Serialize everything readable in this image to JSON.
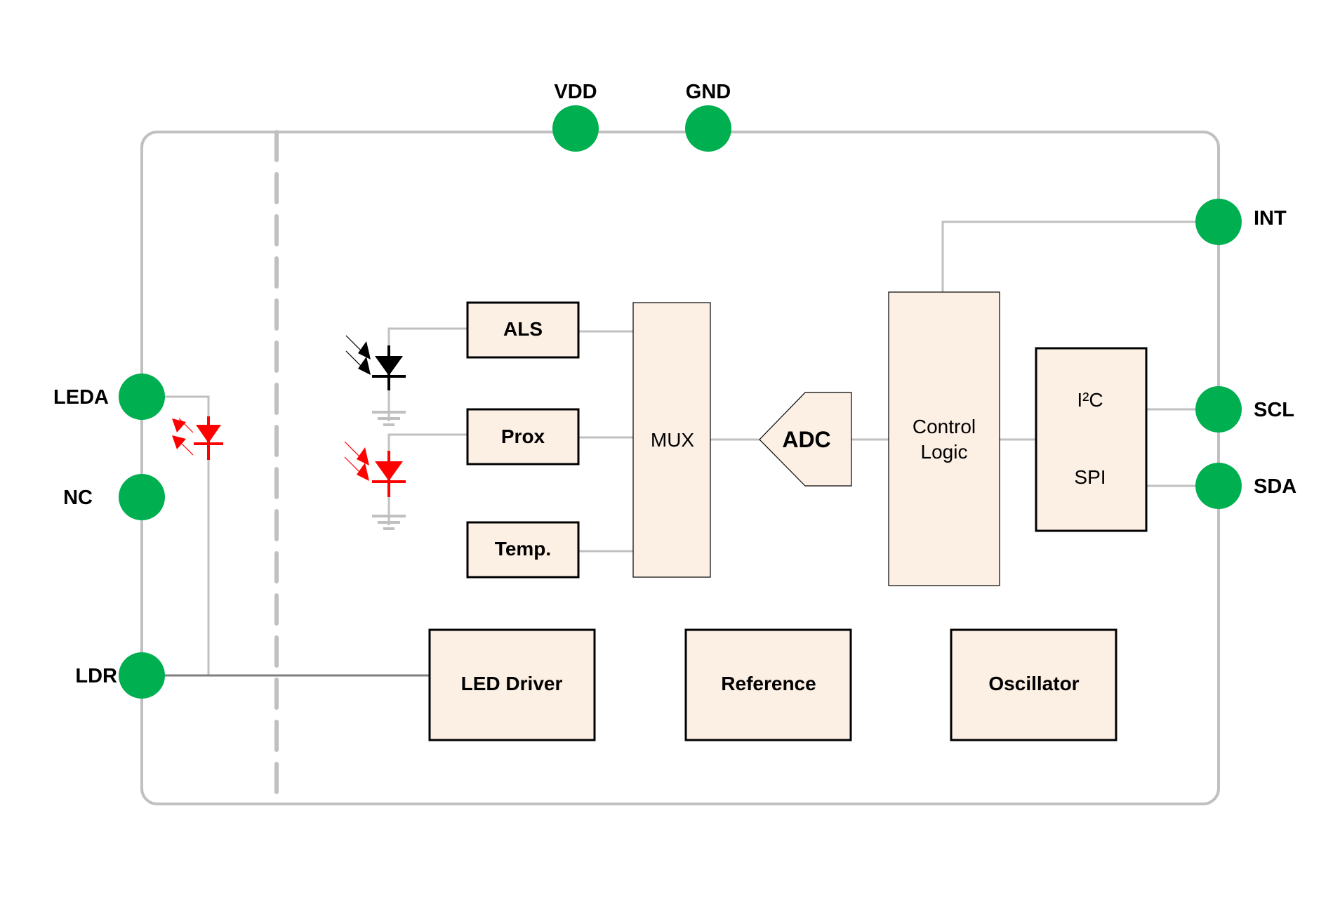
{
  "diagram": {
    "type": "block-diagram",
    "colors": {
      "pin": "#00af50",
      "block_fill": "#fcefe4",
      "wire": "#c0c0c0",
      "led_driver_wire": "#7f7f7f",
      "photodiode_als": "#000000",
      "photodiode_prox": "#ff0000",
      "external_led": "#ff0000"
    },
    "pins": {
      "vdd": "VDD",
      "gnd": "GND",
      "int": "INT",
      "scl": "SCL",
      "sda": "SDA",
      "leda": "LEDA",
      "nc": "NC",
      "ldr": "LDR"
    },
    "blocks": {
      "als": "ALS",
      "prox": "Prox",
      "temp": "Temp.",
      "mux": "MUX",
      "adc": "ADC",
      "control_logic_line1": "Control",
      "control_logic_line2": "Logic",
      "i2c": "I²C",
      "spi": "SPI",
      "led_driver": "LED Driver",
      "reference": "Reference",
      "oscillator": "Oscillator"
    },
    "components": {
      "als_photodiode": "photodiode-icon",
      "prox_photodiode": "photodiode-icon",
      "external_led": "led-icon",
      "ground": "ground-icon"
    },
    "connections": [
      [
        "ALS",
        "MUX"
      ],
      [
        "Prox",
        "MUX"
      ],
      [
        "Temp.",
        "MUX"
      ],
      [
        "MUX",
        "ADC"
      ],
      [
        "ADC",
        "Control Logic"
      ],
      [
        "Control Logic",
        "I²C/SPI"
      ],
      [
        "Control Logic",
        "INT"
      ],
      [
        "I²C",
        "SCL"
      ],
      [
        "SPI",
        "SDA"
      ],
      [
        "LDR",
        "LED Driver"
      ],
      [
        "LEDA",
        "LED"
      ],
      [
        "LED",
        "LDR"
      ]
    ]
  }
}
